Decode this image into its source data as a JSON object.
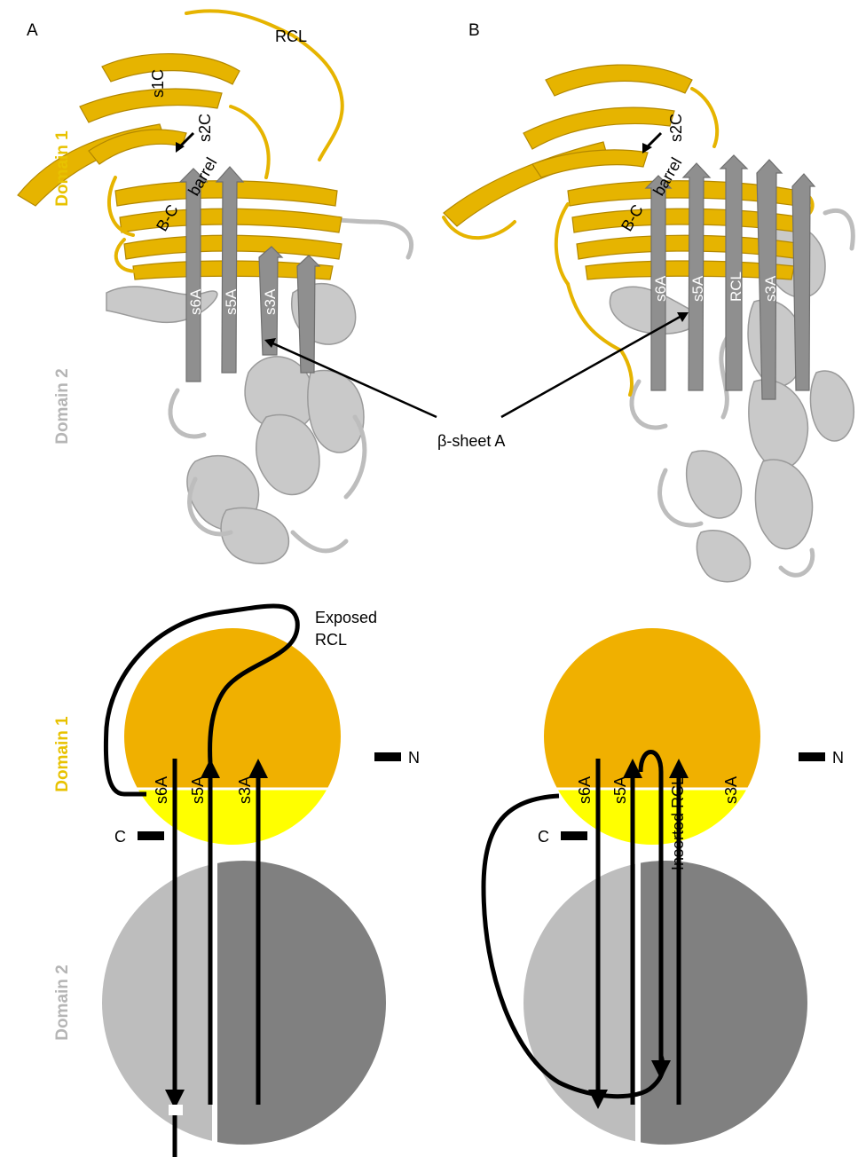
{
  "panels": {
    "a": "A",
    "b": "B"
  },
  "domains": {
    "domain1": "Domain 1",
    "domain2": "Domain 2"
  },
  "structure_labels": {
    "rcl": "RCL",
    "s1c": "s1C",
    "s2c": "s2C",
    "bc": "B-C",
    "barrel": "barrel",
    "s6a": "s6A",
    "s5a": "s5A",
    "s3a": "s3A",
    "beta_sheet": "β-sheet A"
  },
  "schematic": {
    "exposed_line1": "Exposed",
    "exposed_line2": "RCL",
    "c_terminus": "C",
    "n_terminus": "N",
    "s6a": "s6A",
    "s5a": "s5A",
    "s3a": "s3A",
    "inserted_rcl": "Inserted RCL"
  },
  "colors": {
    "domain1_dark": "#f0b000",
    "domain1_light": "#ffff00",
    "domain2_light": "#bdbdbd",
    "domain2_dark": "#808080",
    "ribbon_gold": "#e8b400",
    "ribbon_grey": "#9a9a9a",
    "helix_grey": "#c8c8c8"
  }
}
